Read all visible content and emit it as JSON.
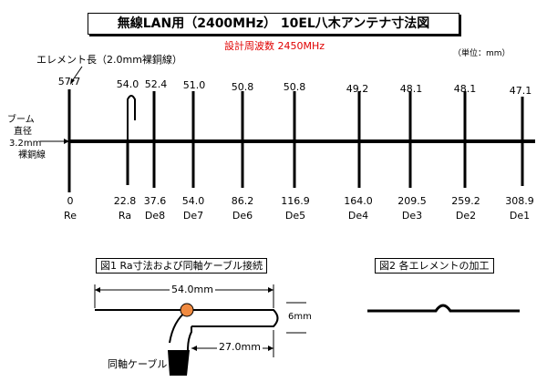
{
  "title": "無線LAN用（2400MHz） 10EL八木アンテナ寸法図",
  "design_frequency": "設計周波数  2450MHz",
  "unit_note": "（単位：mm）",
  "element_length_label": "エレメント長（2.0mm裸銅線）",
  "boom_label": [
    "ブーム",
    "直径",
    "3.2mm",
    "裸銅線"
  ],
  "elements": [
    {
      "name": "Re",
      "length": "57.7",
      "position": "0"
    },
    {
      "name": "Ra",
      "length": "54.0",
      "position": "22.8"
    },
    {
      "name": "De8",
      "length": "52.4",
      "position": "37.6"
    },
    {
      "name": "De7",
      "length": "51.0",
      "position": "54.0"
    },
    {
      "name": "De6",
      "length": "50.8",
      "position": "86.2"
    },
    {
      "name": "De5",
      "length": "50.8",
      "position": "116.9"
    },
    {
      "name": "De4",
      "length": "49.2",
      "position": "164.0"
    },
    {
      "name": "De3",
      "length": "48.1",
      "position": "209.5"
    },
    {
      "name": "De2",
      "length": "48.1",
      "position": "259.2"
    },
    {
      "name": "De1",
      "length": "47.1",
      "position": "308.9"
    }
  ],
  "figure1": {
    "caption": "図1  Ra寸法および同軸ケーブル接続",
    "width_dim": "54.0mm",
    "height_dim": "6mm",
    "feed_dim": "27.0mm",
    "coax_label": "同軸ケーブル",
    "feed_color": "#f08a40"
  },
  "figure2": {
    "caption": "図2  各エレメントの加工"
  }
}
